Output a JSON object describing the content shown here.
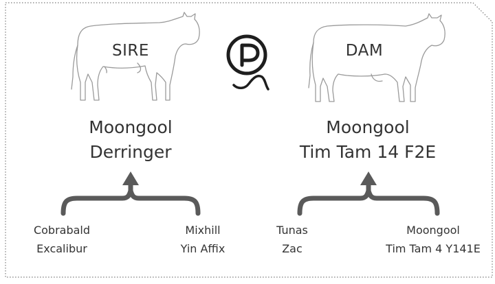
{
  "sire": {
    "label": "SIRE",
    "name_line1": "Moongool",
    "name_line2": "Derringer",
    "parents": [
      {
        "line1": "Cobrabald",
        "line2": "Excalibur"
      },
      {
        "line1": "Mixhill",
        "line2": "Yin Affix"
      }
    ]
  },
  "dam": {
    "label": "DAM",
    "name_line1": "Moongool",
    "name_line2": "Tim Tam 14 F2E",
    "parents": [
      {
        "line1": "Tunas",
        "line2": "Zac"
      },
      {
        "line1": "Moongool",
        "line2": "Tim Tam 4 Y141E"
      }
    ]
  },
  "poll_symbol": {
    "glyph": "P",
    "icon": "polled-symbol-icon"
  },
  "colors": {
    "ink": "#333333",
    "brace": "#5a5a5a",
    "border": "#7a7a7a",
    "outline": "#9a9a9a"
  }
}
